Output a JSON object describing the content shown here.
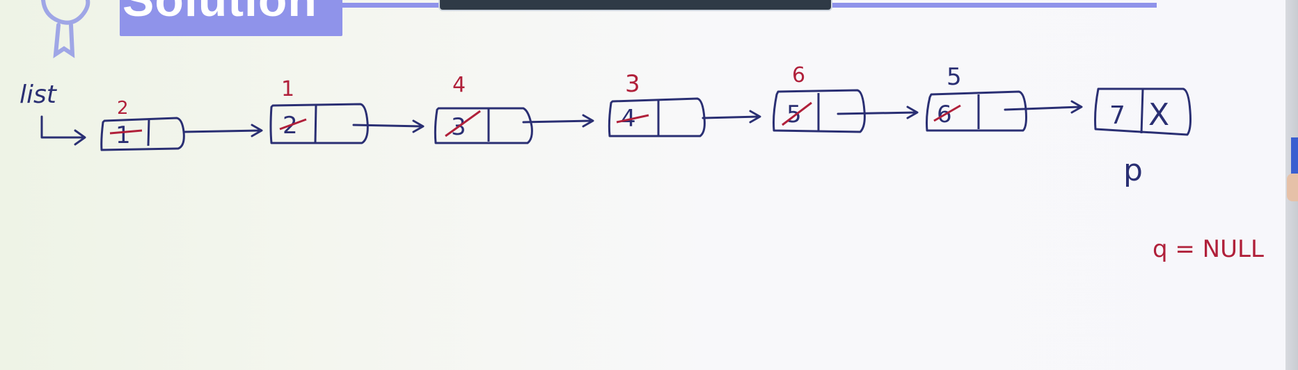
{
  "header": {
    "title": "Solution"
  },
  "board": {
    "list_label": "list",
    "pointer_p": "p",
    "q_statement": "q = NULL",
    "nodes": [
      {
        "old_value": "1",
        "new_value": "2",
        "next": ""
      },
      {
        "old_value": "2",
        "new_value": "1",
        "next": ""
      },
      {
        "old_value": "3",
        "new_value": "4",
        "next": ""
      },
      {
        "old_value": "4",
        "new_value": "3",
        "next": ""
      },
      {
        "old_value": "5",
        "new_value": "6",
        "next": ""
      },
      {
        "old_value": "6",
        "new_value": "5",
        "next": ""
      },
      {
        "old_value": "7",
        "new_value": "",
        "next": "X"
      }
    ]
  },
  "colors": {
    "ink_blue": "#2a2f73",
    "ink_red": "#b0203a",
    "banner": "#8f93ea"
  }
}
